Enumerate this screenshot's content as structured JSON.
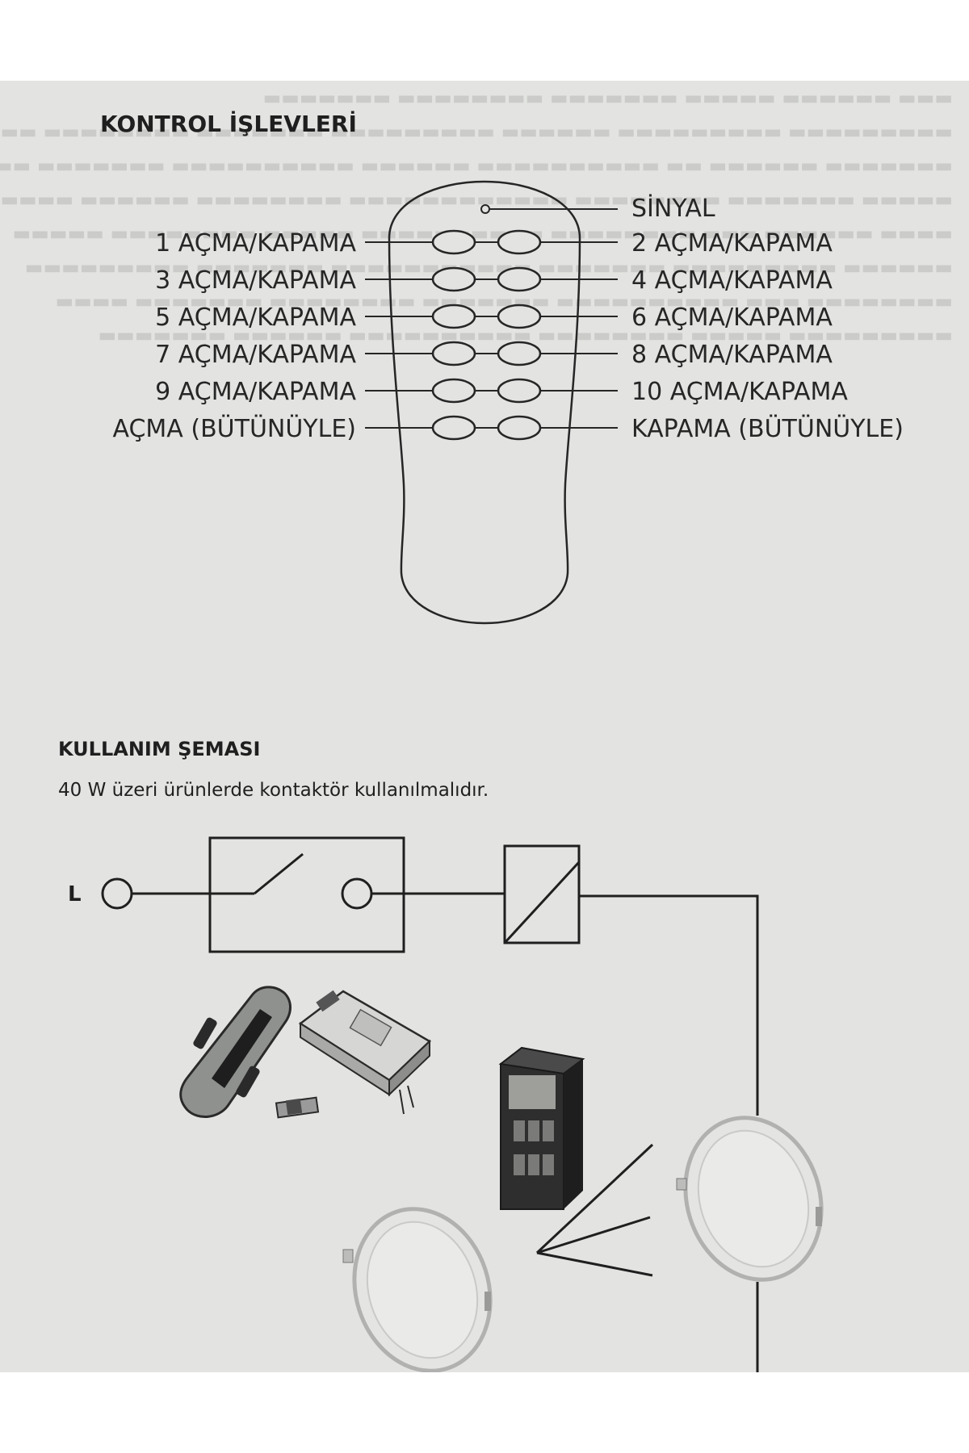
{
  "section1": {
    "title": "KONTROL İŞLEVLERİ",
    "signal_label": "SİNYAL",
    "left_labels": [
      "1  AÇMA/KAPAMA",
      "3 AÇMA/KAPAMA",
      "5 AÇMA/KAPAMA",
      "7 AÇMA/KAPAMA",
      "9 AÇMA/KAPAMA",
      "AÇMA (BÜTÜNÜYLE)"
    ],
    "right_labels": [
      "2 AÇMA/KAPAMA",
      "4 AÇMA/KAPAMA",
      "6 AÇMA/KAPAMA",
      "8 AÇMA/KAPAMA",
      "10 AÇMA/KAPAMA",
      "KAPAMA (BÜTÜNÜYLE)"
    ]
  },
  "section2": {
    "title": "KULLANIM ŞEMASI",
    "note": "40 W üzeri ürünlerde kontaktör kullanılmalıdır.",
    "line_label": "L"
  },
  "colors": {
    "paper": "#e3e4e1",
    "ink": "#262626"
  }
}
